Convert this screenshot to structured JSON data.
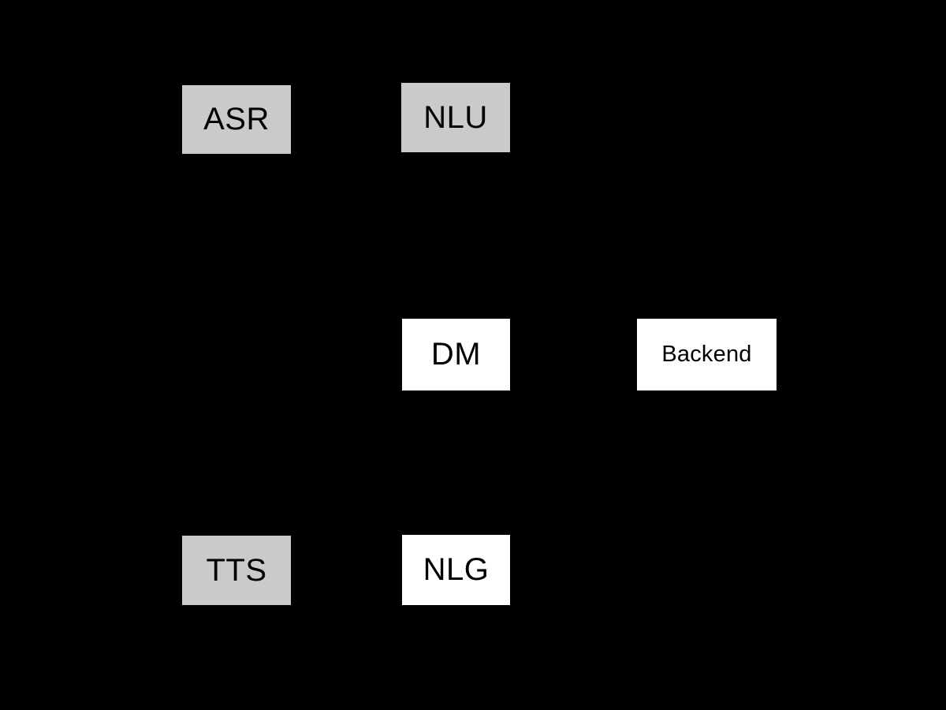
{
  "diagram": {
    "description": "Spoken dialogue system architecture diagram on black background",
    "background_color": "#000000",
    "text_color": "#000000",
    "node_fill_gray": "#cacaca",
    "node_fill_white": "#ffffff",
    "nodes": [
      {
        "id": "asr",
        "label": "ASR",
        "fill": "gray"
      },
      {
        "id": "nlu",
        "label": "NLU",
        "fill": "gray"
      },
      {
        "id": "dm",
        "label": "DM",
        "fill": "white"
      },
      {
        "id": "backend",
        "label": "Backend",
        "fill": "white"
      },
      {
        "id": "tts",
        "label": "TTS",
        "fill": "gray"
      },
      {
        "id": "nlg",
        "label": "NLG",
        "fill": "white"
      }
    ]
  }
}
